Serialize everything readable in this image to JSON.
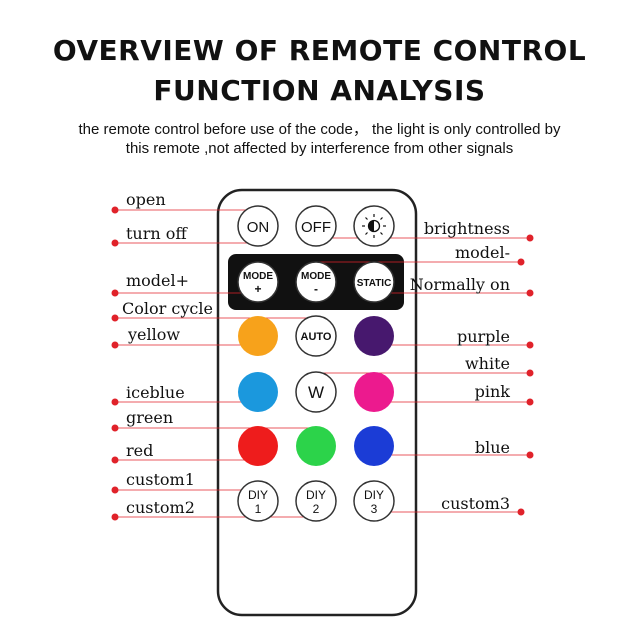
{
  "header": {
    "title_line1": "OVERVIEW OF REMOTE CONTROL",
    "title_line2": "FUNCTION ANALYSIS",
    "subtitle_line1": "the remote control before use of the code， the light is only controlled by",
    "subtitle_line2": "this remote ,not affected by interference from other signals"
  },
  "colors": {
    "leader_line": "#e0222a",
    "remote_outline": "#222222",
    "button_outline": "#333333",
    "dark_panel": "#111111",
    "yellow": "#f7a21b",
    "purple": "#47186e",
    "iceblue": "#1b98dd",
    "pink": "#ec1a8e",
    "red": "#ee1c1c",
    "green": "#2cd34a",
    "blue": "#1b3cd6"
  },
  "buttons": {
    "on": "ON",
    "off": "OFF",
    "brightness": "brightness-icon",
    "mode_plus_top": "MODE",
    "mode_plus_bottom": "+",
    "mode_minus_top": "MODE",
    "mode_minus_bottom": "-",
    "static": "STATIC",
    "auto": "AUTO",
    "w": "W",
    "diy": "DIY",
    "diy1": "1",
    "diy2": "2",
    "diy3": "3"
  },
  "labels": {
    "open": "open",
    "turn_off": "turn off",
    "model_plus": "model+",
    "color_cycle": "Color cycle",
    "yellow": "yellow",
    "iceblue": "iceblue",
    "green": "green",
    "red": "red",
    "custom1": "custom1",
    "custom2": "custom2",
    "brightness": "brightness",
    "model_minus": "model-",
    "normally_on": "Normally on",
    "purple": "purple",
    "white": "white",
    "pink": "pink",
    "blue": "blue",
    "custom3": "custom3"
  }
}
